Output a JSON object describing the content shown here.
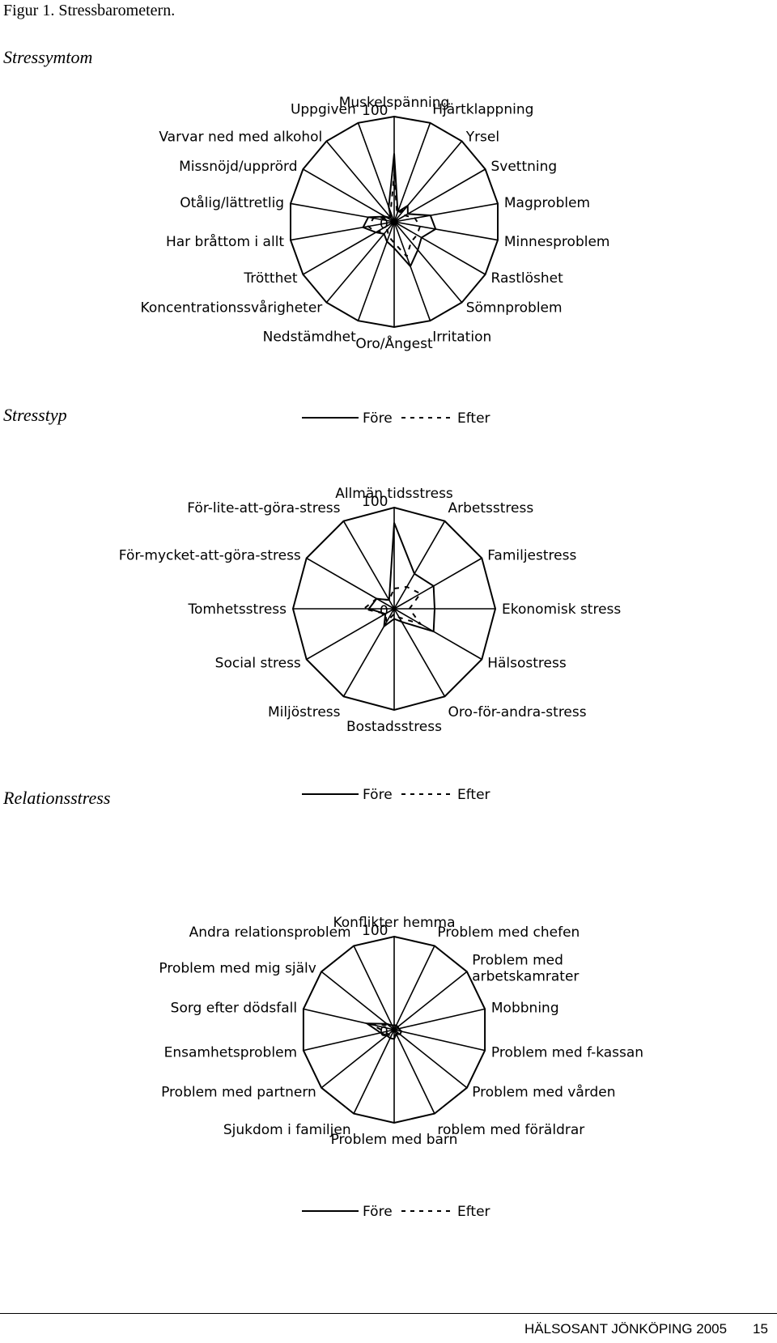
{
  "figure_title": "Figur 1. Stressbarometern.",
  "sections": [
    "Stressymtom",
    "Stresstyp",
    "Relationsstress"
  ],
  "legend": {
    "before": "Före",
    "after": "Efter"
  },
  "footer": {
    "publication": "HÄLSOSANT JÖNKÖPING 2005",
    "page": "15"
  },
  "chart_data": [
    {
      "type": "radar",
      "title": "Stressymtom",
      "scale_max_label": "100",
      "scale_min_label": "0",
      "range": [
        0,
        100
      ],
      "categories": [
        "Muskelspänning",
        "Hjärtklappning",
        "Yrsel",
        "Svettning",
        "Magproblem",
        "Minnesproblem",
        "Rastlöshet",
        "Sömnproblem",
        "Irritation",
        "Oro/Ångest",
        "Nedstämdhet",
        "Koncentrationssvårigheter",
        "Trötthet",
        "Har bråttom i allt",
        "Otålig/lättretlig",
        "Missnöjd/upprörd",
        "Varvar ned med alkohol",
        "Uppgiven"
      ],
      "series": [
        {
          "name": "Före",
          "style": "solid",
          "values": [
            65,
            10,
            20,
            15,
            35,
            40,
            30,
            35,
            45,
            25,
            20,
            15,
            20,
            30,
            25,
            10,
            5,
            15
          ]
        },
        {
          "name": "Efter",
          "style": "dashed",
          "values": [
            45,
            8,
            15,
            12,
            20,
            25,
            25,
            25,
            35,
            20,
            15,
            10,
            20,
            25,
            20,
            8,
            5,
            10
          ]
        }
      ]
    },
    {
      "type": "radar",
      "title": "Stresstyp",
      "scale_max_label": "100",
      "scale_min_label": "0",
      "range": [
        0,
        100
      ],
      "categories": [
        "Allmän tidsstress",
        "Arbetsstress",
        "Familjestress",
        "Ekonomisk stress",
        "Hälsostress",
        "Oro-för-andra-stress",
        "Bostadsstress",
        "Miljöstress",
        "Social stress",
        "Tomhetsstress",
        "För-mycket-att-göra-stress",
        "För-lite-att-göra-stress"
      ],
      "series": [
        {
          "name": "Före",
          "style": "solid",
          "values": [
            85,
            40,
            45,
            40,
            45,
            15,
            10,
            20,
            10,
            25,
            20,
            10
          ]
        },
        {
          "name": "Efter",
          "style": "dashed",
          "values": [
            20,
            25,
            30,
            15,
            30,
            10,
            5,
            15,
            10,
            30,
            20,
            10
          ]
        }
      ]
    },
    {
      "type": "radar",
      "title": "Relationsstress",
      "scale_max_label": "100",
      "scale_min_label": "0",
      "range": [
        0,
        100
      ],
      "categories": [
        "Konflikter hemma",
        "Problem med chefen",
        "Problem med arbetskamrater",
        "Mobbning",
        "Problem med f-kassan",
        "Problem med vården",
        "roblem med föräldrar",
        "Problem med barn",
        "Sjukdom i familjen",
        "Problem med partnern",
        "Ensamhetsproblem",
        "Sorg efter dödsfall",
        "Problem med mig själv",
        "Andra relationsproblem"
      ],
      "series": [
        {
          "name": "Före",
          "style": "solid",
          "values": [
            5,
            5,
            5,
            5,
            8,
            8,
            5,
            10,
            10,
            10,
            15,
            30,
            10,
            5
          ]
        },
        {
          "name": "Efter",
          "style": "dashed",
          "values": [
            5,
            5,
            5,
            5,
            5,
            5,
            5,
            8,
            8,
            8,
            10,
            25,
            8,
            5
          ]
        }
      ]
    }
  ]
}
